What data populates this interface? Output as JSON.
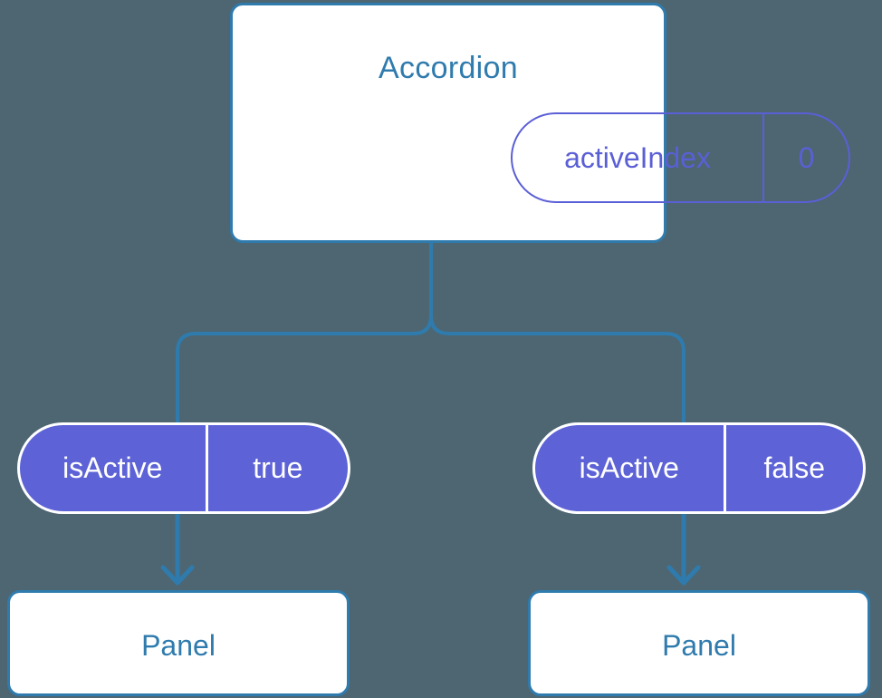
{
  "diagram": {
    "title": "Accordion component tree with isActive props",
    "background_color": "#4d6672",
    "accent_blue": "#2f7bad",
    "accent_purple": "#5d63d6",
    "pill_outline_purple": "#5b5fd6",
    "box_fill": "#ffffff",
    "pill_text_light": "#ffffff"
  },
  "root": {
    "name": "accordion-component",
    "title": "Accordion",
    "state": {
      "key": "activeIndex",
      "value": "0"
    }
  },
  "branches": [
    {
      "id": "left",
      "prop": {
        "key": "isActive",
        "value": "true"
      },
      "child": {
        "title": "Panel"
      }
    },
    {
      "id": "right",
      "prop": {
        "key": "isActive",
        "value": "false"
      },
      "child": {
        "title": "Panel"
      }
    }
  ],
  "connectors": {
    "trunk_label": "accordion-to-props-connector",
    "left_arrow_label": "left-prop-to-panel-arrow",
    "right_arrow_label": "right-prop-to-panel-arrow",
    "stroke_color": "#2f7bad",
    "stroke_width": "4"
  }
}
